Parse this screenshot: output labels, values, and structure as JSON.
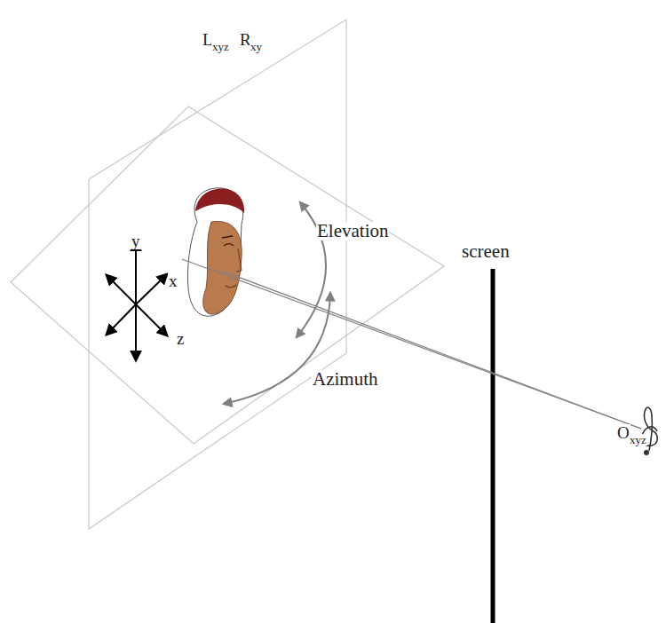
{
  "diagram": {
    "labels": [
      "L",
      "xyz",
      "R",
      "xy",
      "Elevation",
      "screen",
      "y",
      "x",
      "z",
      "Azimuth",
      "O",
      "xyz"
    ]
  }
}
